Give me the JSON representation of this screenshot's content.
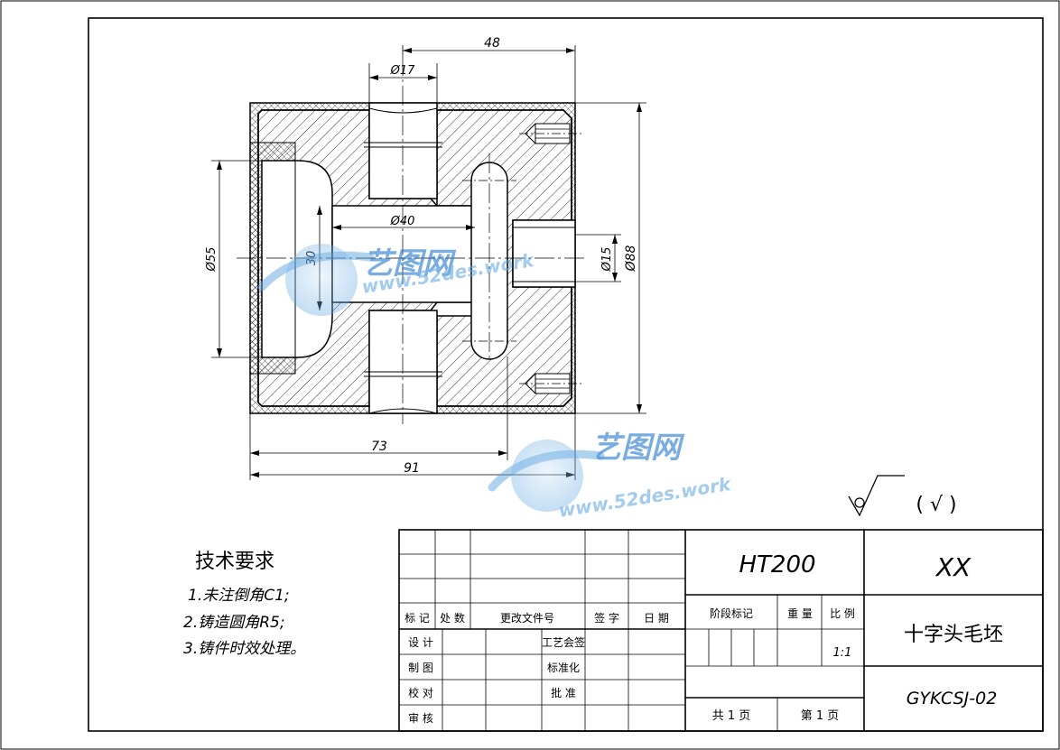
{
  "dimensions": {
    "d48": "48",
    "d17": "Ø17",
    "d40": "Ø40",
    "d30": "30",
    "d55": "Ø55",
    "d15": "Ø15",
    "d88": "Ø88",
    "d73": "73",
    "d91": "91"
  },
  "tech_requirements": {
    "title": "技术要求",
    "items": [
      "1.未注倒角C1;",
      "2.铸造圆角R5;",
      "3.铸件时效处理。"
    ]
  },
  "roughness": "( √ )",
  "watermark": {
    "brand": "艺图网",
    "url": "www.52des.work"
  },
  "title_block": {
    "material": "HT200",
    "company": "XX",
    "part_name": "十字头毛坯",
    "drawing_no": "GYKCSJ-02",
    "rev_header": [
      "标 记",
      "处 数",
      "更改文件号",
      "签 字",
      "日 期"
    ],
    "stage_mark": "阶段标记",
    "weight": "重 量",
    "scale_label": "比 例",
    "scale": "1:1",
    "design": "设 计",
    "craft_sign": "工艺会签",
    "draw": "制 图",
    "standard": "标准化",
    "check": "校 对",
    "approve": "批 准",
    "review": "审 核",
    "total_pages": "共 1 页",
    "page_no": "第 1 页"
  }
}
